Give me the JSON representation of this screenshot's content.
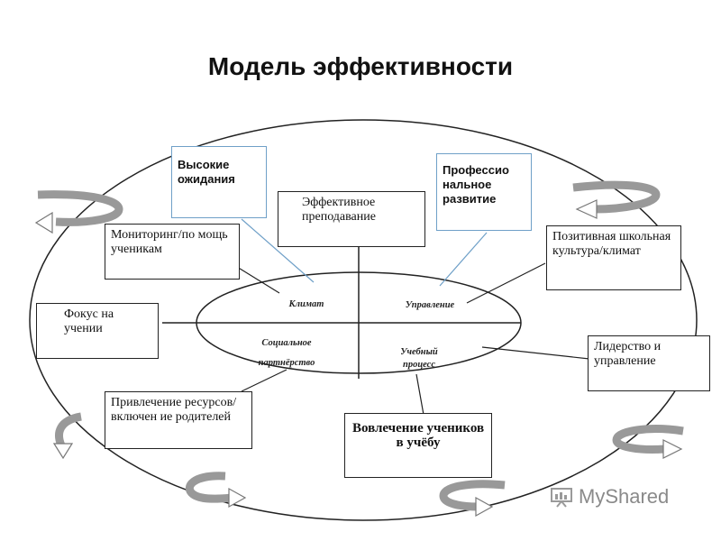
{
  "title": "Модель эффективности",
  "boxes": {
    "high_expectations": "Высокие ожидания",
    "prof_development": "Профессио нальное развитие",
    "effective_teaching": "Эффективное преподавание",
    "monitoring": "Мониторинг/по мощь ученикам",
    "school_culture": "Позитивная школьная культура/климат",
    "focus_learning": "Фокус на учении",
    "leadership": "Лидерство и управление",
    "resources": "Привлечение ресурсов/включен ие родителей",
    "engagement": "Вовлечение учеников в учёбу"
  },
  "center": {
    "climate": "Климат",
    "management": "Управление",
    "partnership": "Социальное партнёрство",
    "process": "Учебный процесс"
  },
  "watermark": "MyShared",
  "colors": {
    "blue_border": "#6fa0c8",
    "arrow_gray": "#9a9a9a",
    "line_blue": "#6fa0c8"
  }
}
